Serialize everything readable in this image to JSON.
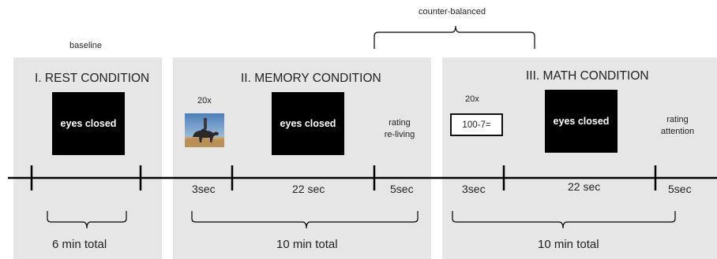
{
  "top": {
    "counter_balanced": "counter-balanced",
    "baseline": "baseline"
  },
  "rest": {
    "title": "I. REST CONDITION",
    "box_label": "eyes closed",
    "total": "6 min total"
  },
  "memory": {
    "title": "II. MEMORY CONDITION",
    "repeat": "20x",
    "box_label": "eyes closed",
    "rating_line1": "rating",
    "rating_line2": "re-living",
    "dur_cue": "3sec",
    "dur_main": "22 sec",
    "dur_rating": "5sec",
    "total": "10 min total"
  },
  "math": {
    "title": "III. MATH CONDITION",
    "repeat": "20x",
    "equation": "100-7=",
    "box_label": "eyes closed",
    "rating_line1": "rating",
    "rating_line2": "attention",
    "dur_cue": "3sec",
    "dur_main": "22 sec",
    "dur_rating": "5sec",
    "total": "10 min total"
  },
  "colors": {
    "panel": "#e6e6e6",
    "box": "#000000",
    "line": "#000000"
  }
}
